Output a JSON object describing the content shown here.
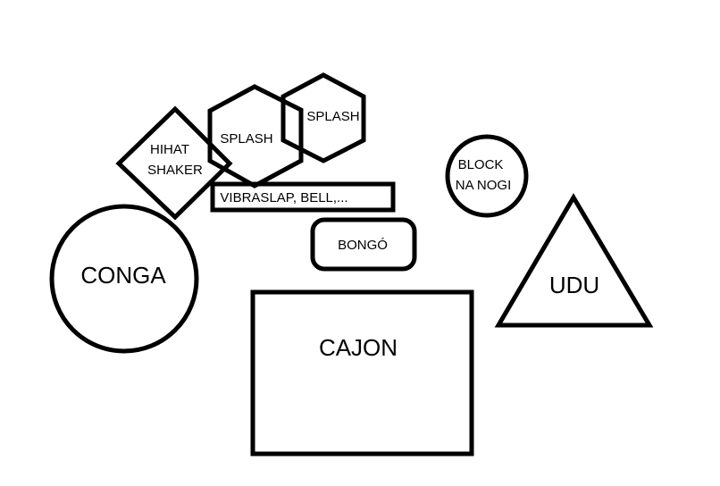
{
  "colors": {
    "background": "#ffffff",
    "stroke": "#000000"
  },
  "instruments": {
    "hihat_shaker": {
      "line1": "HIHAT",
      "line2": "SHAKER",
      "shape": "diamond"
    },
    "splash_left": {
      "label": "SPLASH",
      "shape": "hexagon"
    },
    "splash_right": {
      "label": "SPLASH",
      "shape": "hexagon"
    },
    "vibraslap": {
      "label": "VIBRASLAP, BELL,...",
      "shape": "rectangle"
    },
    "bongo": {
      "label": "BONGÓ",
      "shape": "rounded-rectangle"
    },
    "block": {
      "line1": "BLOCK",
      "line2": "NA NOGI",
      "shape": "circle"
    },
    "conga": {
      "label": "CONGA",
      "shape": "circle"
    },
    "cajon": {
      "label": "CAJON",
      "shape": "rectangle"
    },
    "udu": {
      "label": "UDU",
      "shape": "triangle"
    }
  }
}
